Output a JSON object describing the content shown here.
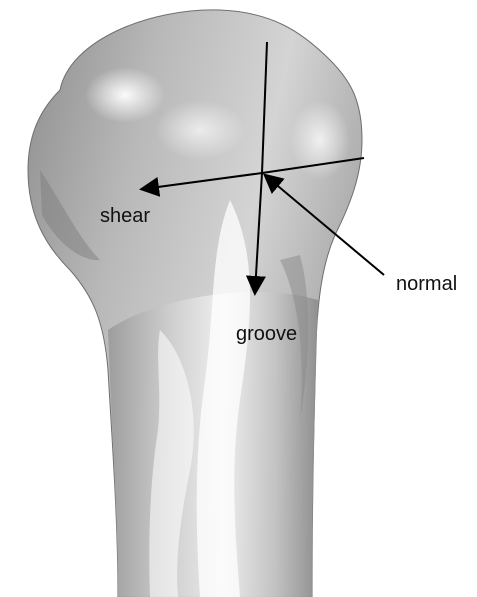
{
  "figure": {
    "labels": {
      "shear": "shear",
      "normal": "normal",
      "groove": "groove"
    },
    "colors": {
      "background": "#ffffff",
      "bone_light": "#f4f4f4",
      "bone_mid": "#c8c8c8",
      "bone_dark": "#8a8a8a",
      "arrow": "#000000"
    }
  }
}
